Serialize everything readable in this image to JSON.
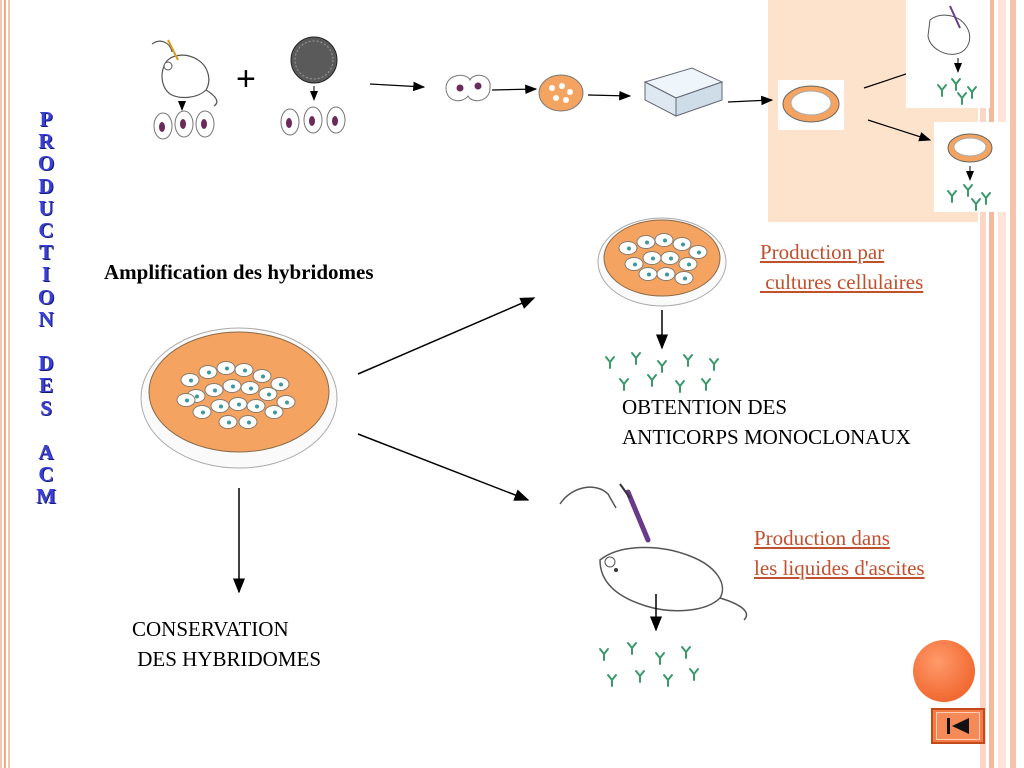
{
  "slide": {
    "vertical_title_letters": [
      "P",
      "R",
      "O",
      "D",
      "U",
      "C",
      "T",
      "I",
      "O",
      "N",
      " ",
      "D",
      "E",
      "S",
      " ",
      "A",
      "C",
      "M"
    ],
    "plus_sign": "+",
    "heading": "Amplification des hybridomes",
    "culture_label": {
      "line1": "Production par",
      "line2": " cultures cellulaires"
    },
    "antibodies_label": {
      "line1": "OBTENTION DES",
      "line2": "ANTICORPS MONOCLONAUX"
    },
    "ascites_label": {
      "line1": "Production dans",
      "line2": "les liquides d'ascites"
    },
    "conservation_label": {
      "line1": "CONSERVATION",
      "line2": " DES HYBRIDOMES"
    }
  },
  "colors": {
    "title_blue": "#3b3fd8",
    "link_red": "#c0502e",
    "dish_orange": "#f4a460",
    "panel_peach": "#fde3cc",
    "antibody_green": "#3a9a6a",
    "button_orange": "#f47b45"
  },
  "icons": [
    "mouse-icon",
    "cell-icon",
    "petri-dish-icon",
    "well-plate-icon",
    "syringe-icon",
    "antibody-icon",
    "arrow-icon",
    "first-slide-icon"
  ]
}
